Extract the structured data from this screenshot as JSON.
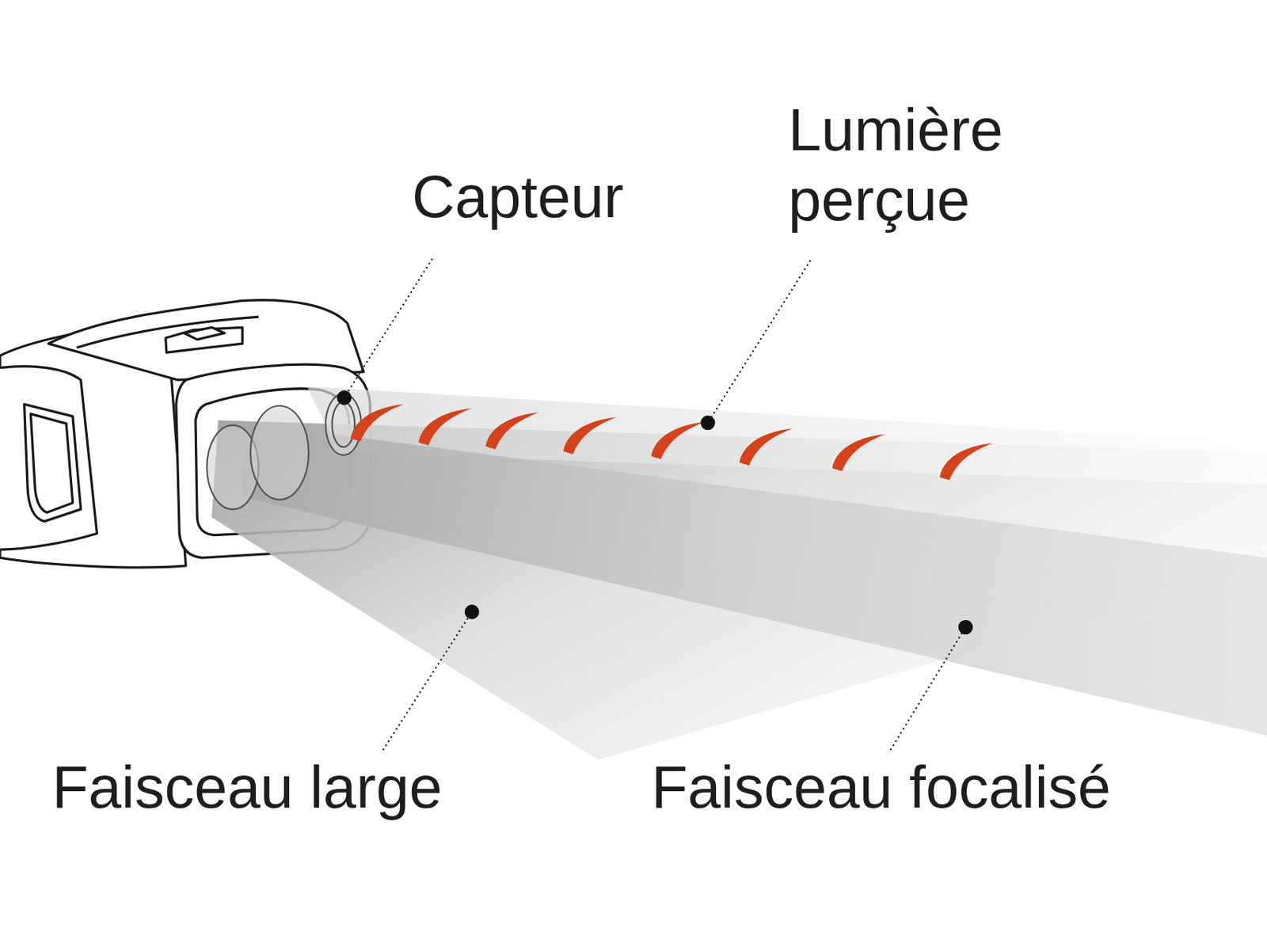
{
  "diagram": {
    "labels": [
      "Capteur",
      "Lumière perçue",
      "Faisceau large",
      "Faisceau focalisé"
    ]
  }
}
